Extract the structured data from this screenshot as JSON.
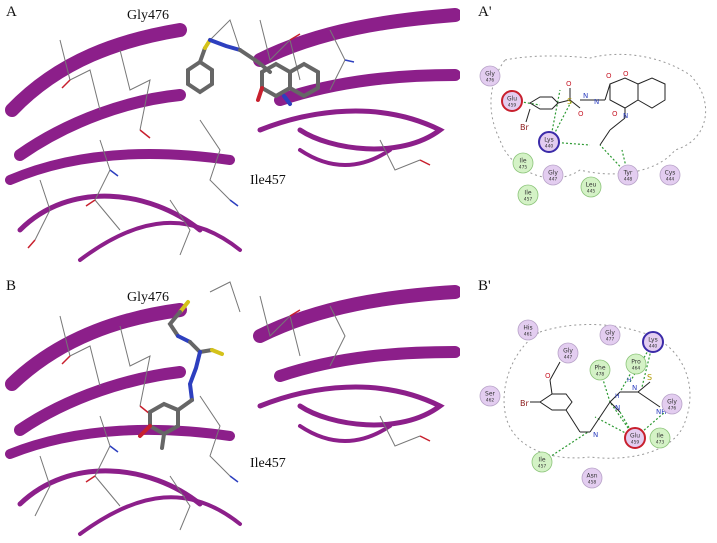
{
  "panels": {
    "A": {
      "label": "A",
      "res_top": "Gly476",
      "res_mid": "Ile457"
    },
    "A_prime": {
      "label": "A'"
    },
    "B": {
      "label": "B",
      "res_top": "Gly476",
      "res_mid": "Ile457"
    },
    "B_prime": {
      "label": "B'"
    }
  },
  "ap_residues": [
    {
      "name": "Gly",
      "num": "476",
      "kind": "polar"
    },
    {
      "name": "Glu",
      "num": "459",
      "kind": "acidic"
    },
    {
      "name": "Lys",
      "num": "440",
      "kind": "basic"
    },
    {
      "name": "Ile",
      "num": "475",
      "kind": "hydrophobic"
    },
    {
      "name": "Gly",
      "num": "447",
      "kind": "polar"
    },
    {
      "name": "Ile",
      "num": "457",
      "kind": "hydrophobic"
    },
    {
      "name": "Leu",
      "num": "445",
      "kind": "hydrophobic"
    },
    {
      "name": "Tyr",
      "num": "448",
      "kind": "polar"
    },
    {
      "name": "Cys",
      "num": "444",
      "kind": "polar"
    }
  ],
  "ap_atoms": {
    "br": "Br",
    "o1": "O",
    "o2": "O",
    "o3": "O",
    "o4": "O",
    "o5": "O",
    "s": "S",
    "n1": "N",
    "n2": "N",
    "n3": "N"
  },
  "bp_residues": [
    {
      "name": "His",
      "num": "461",
      "kind": "polar"
    },
    {
      "name": "Gly",
      "num": "447",
      "kind": "polar"
    },
    {
      "name": "Gly",
      "num": "477",
      "kind": "polar"
    },
    {
      "name": "Lys",
      "num": "440",
      "kind": "basic"
    },
    {
      "name": "Phe",
      "num": "478",
      "kind": "hydrophobic"
    },
    {
      "name": "Pro",
      "num": "464",
      "kind": "hydrophobic"
    },
    {
      "name": "Ser",
      "num": "462",
      "kind": "polar"
    },
    {
      "name": "Gly",
      "num": "476",
      "kind": "polar"
    },
    {
      "name": "Ile",
      "num": "473",
      "kind": "hydrophobic"
    },
    {
      "name": "Ile",
      "num": "457",
      "kind": "hydrophobic"
    },
    {
      "name": "Glu",
      "num": "459",
      "kind": "acidic"
    },
    {
      "name": "Asn",
      "num": "458",
      "kind": "polar"
    }
  ],
  "bp_atoms": {
    "br": "Br",
    "o": "O",
    "n1": "N",
    "n2": "N",
    "n3": "N",
    "nh2": "NH",
    "s": "S",
    "h1": "H",
    "h2": "H"
  },
  "colors": {
    "ribbon": "#8c1f8a",
    "polar": "#e3cdf0",
    "hydrophobic": "#d4f2c6",
    "acidic_ring": "#c8202e",
    "basic_ring": "#3b2ba8",
    "hbond": "#2d9a33"
  }
}
